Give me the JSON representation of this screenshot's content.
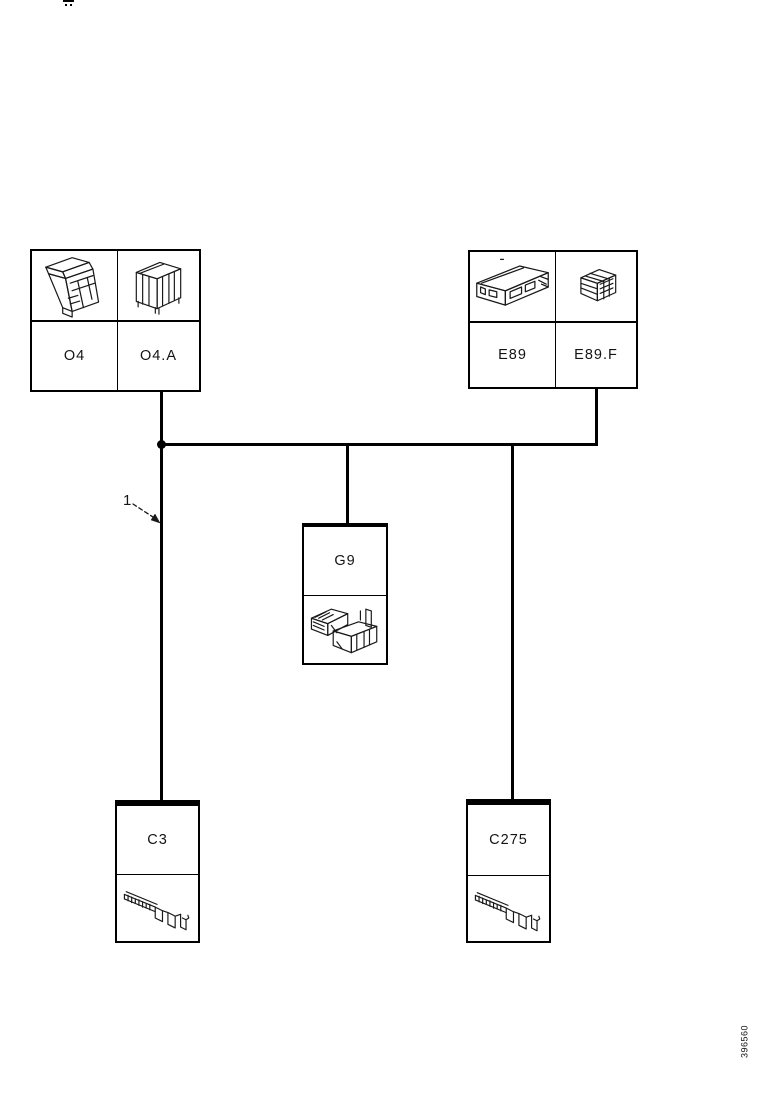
{
  "page": {
    "background": "#ffffff",
    "ink": "#000000",
    "doc_number": "396560"
  },
  "callout": {
    "label": "1"
  },
  "components": {
    "o4_group": {
      "cells": [
        {
          "label": "O4"
        },
        {
          "label": "O4.A"
        }
      ]
    },
    "e89_group": {
      "cells": [
        {
          "label": "E89"
        },
        {
          "label": "E89.F"
        }
      ]
    },
    "g9": {
      "label": "G9"
    },
    "c3": {
      "label": "C3"
    },
    "c275": {
      "label": "C275"
    }
  }
}
